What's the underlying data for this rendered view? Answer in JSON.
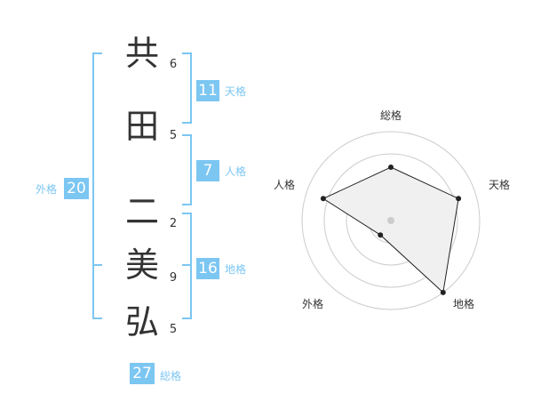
{
  "name": {
    "chars": [
      {
        "char": "共",
        "strokes": "6"
      },
      {
        "char": "田",
        "strokes": "5"
      },
      {
        "char": "二",
        "strokes": "2"
      },
      {
        "char": "美",
        "strokes": "9"
      },
      {
        "char": "弘",
        "strokes": "5"
      }
    ]
  },
  "kaku": {
    "tenkaku": {
      "label": "天格",
      "value": "11"
    },
    "jinkaku": {
      "label": "人格",
      "value": "7"
    },
    "chikaku": {
      "label": "地格",
      "value": "16"
    },
    "gaikaku": {
      "label": "外格",
      "value": "20"
    },
    "soukaku": {
      "label": "総格",
      "value": "27"
    }
  },
  "colors": {
    "accent": "#7cc6f2",
    "text": "#333333",
    "ring": "#cccccc",
    "polygon_fill": "#f0f0f0",
    "polygon_stroke": "#222222"
  },
  "chart_data": {
    "type": "radar",
    "axes": [
      "総格",
      "天格",
      "地格",
      "外格",
      "人格"
    ],
    "values": [
      0.6,
      0.8,
      1.0,
      0.2,
      0.8
    ],
    "rings": 4,
    "grid": true
  }
}
